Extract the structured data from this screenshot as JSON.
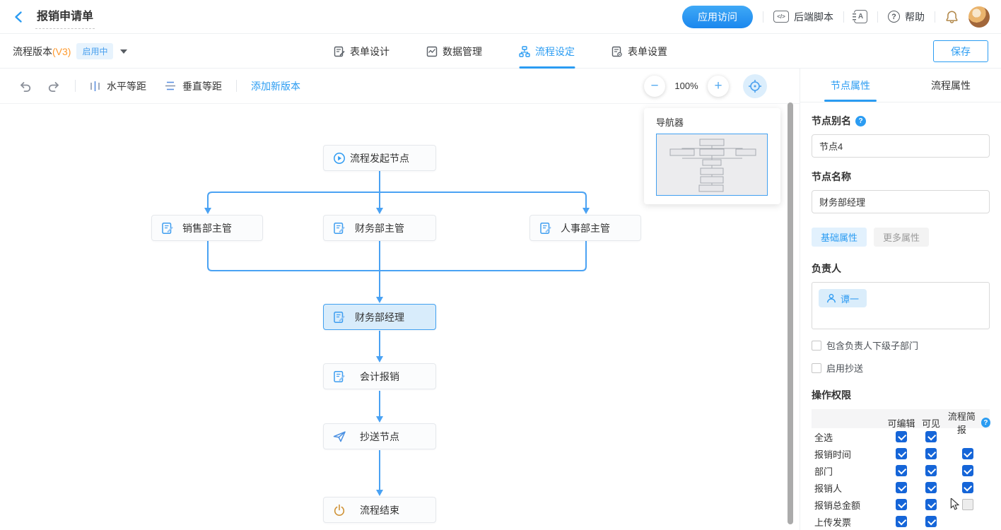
{
  "header": {
    "title": "报销申请单",
    "app_access": "应用访问",
    "backend_script": "后端脚本",
    "help": "帮助"
  },
  "version_bar": {
    "version_label": "流程版本",
    "version_number": "(V3)",
    "status": "启用中",
    "tabs": [
      {
        "label": "表单设计"
      },
      {
        "label": "数据管理"
      },
      {
        "label": "流程设定"
      },
      {
        "label": "表单设置"
      }
    ],
    "active_tab": "流程设定",
    "save": "保存"
  },
  "toolbar": {
    "horizontal_equal": "水平等距",
    "vertical_equal": "垂直等距",
    "add_new_version": "添加新版本",
    "zoom": "100%"
  },
  "navigator": {
    "title": "导航器"
  },
  "flow": {
    "nodes": [
      {
        "label": "流程发起节点",
        "icon": "play-icon"
      },
      {
        "label": "销售部主管",
        "icon": "doc-edit-icon"
      },
      {
        "label": "财务部主管",
        "icon": "doc-edit-icon"
      },
      {
        "label": "人事部主管",
        "icon": "doc-edit-icon"
      },
      {
        "label": "财务部经理",
        "icon": "doc-edit-icon",
        "selected": true
      },
      {
        "label": "会计报销",
        "icon": "doc-edit-icon"
      },
      {
        "label": "抄送节点",
        "icon": "paper-plane-icon"
      },
      {
        "label": "流程结束",
        "icon": "power-icon"
      }
    ]
  },
  "panel": {
    "tabs": [
      "节点属性",
      "流程属性"
    ],
    "node_alias_label": "节点别名",
    "node_alias_value": "节点4",
    "node_name_label": "节点名称",
    "node_name_value": "财务部经理",
    "basic_attrs": "基础属性",
    "more_attrs": "更多属性",
    "owner_label": "负责人",
    "owner_name": "谭一",
    "include_sub_dept": "包含负责人下级子部门",
    "enable_cc": "启用抄送",
    "permissions_title": "操作权限",
    "perm_columns": [
      "可编辑",
      "可见",
      "流程简报"
    ],
    "perm_rows": [
      {
        "label": "全选",
        "editable": true,
        "visible": true,
        "brief": null
      },
      {
        "label": "报销时间",
        "editable": true,
        "visible": true,
        "brief": true
      },
      {
        "label": "部门",
        "editable": true,
        "visible": true,
        "brief": true
      },
      {
        "label": "报销人",
        "editable": true,
        "visible": true,
        "brief": true
      },
      {
        "label": "报销总金额",
        "editable": true,
        "visible": true,
        "brief": false,
        "cursor": true
      },
      {
        "label": "上传发票",
        "editable": true,
        "visible": true,
        "brief": null
      }
    ]
  },
  "colors": {
    "primary_blue": "#2b9cf2",
    "flow_line_blue": "#4aa2f3",
    "checkbox_blue": "#1565d8",
    "version_orange": "#ff9a2e"
  }
}
